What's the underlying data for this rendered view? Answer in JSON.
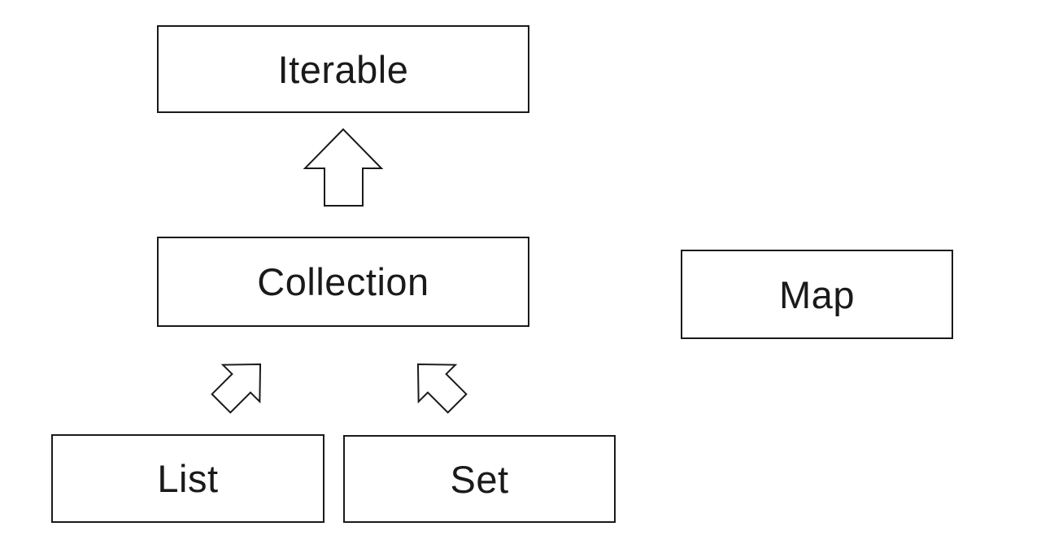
{
  "diagram": {
    "description": "Java collections interface hierarchy",
    "background_color": "#ffffff",
    "stroke_color": "#1a1a1a",
    "text_color": "#1a1a1a",
    "nodes": [
      {
        "id": "iterable",
        "label": "Iterable"
      },
      {
        "id": "collection",
        "label": "Collection"
      },
      {
        "id": "map",
        "label": "Map"
      },
      {
        "id": "list",
        "label": "List"
      },
      {
        "id": "set",
        "label": "Set"
      }
    ],
    "edges": [
      {
        "from": "Collection",
        "to": "Iterable",
        "style": "block-arrow",
        "direction": "up"
      },
      {
        "from": "List",
        "to": "Collection",
        "style": "block-arrow",
        "direction": "up-right"
      },
      {
        "from": "Set",
        "to": "Collection",
        "style": "block-arrow",
        "direction": "up-left"
      }
    ]
  }
}
